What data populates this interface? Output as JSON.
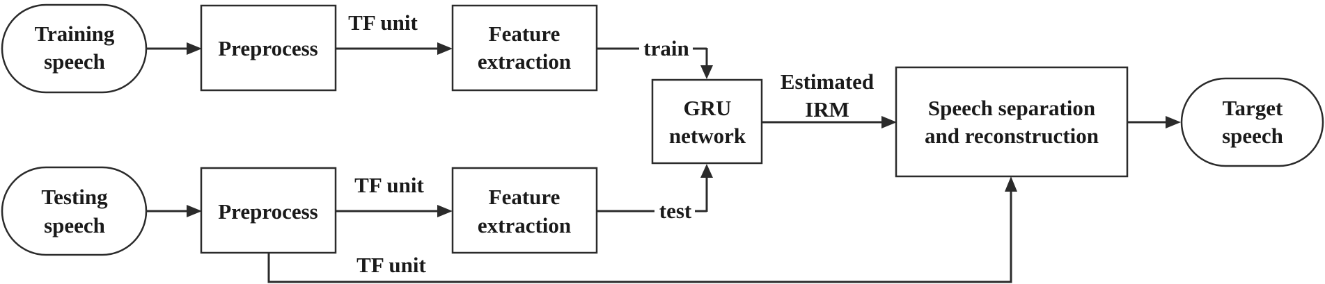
{
  "nodes": {
    "training_speech": [
      "Training",
      "speech"
    ],
    "preprocess_train": "Preprocess",
    "feature_train": [
      "Feature",
      "extraction"
    ],
    "testing_speech": [
      "Testing",
      "speech"
    ],
    "preprocess_test": "Preprocess",
    "feature_test": [
      "Feature",
      "extraction"
    ],
    "gru": [
      "GRU",
      "network"
    ],
    "separation": [
      "Speech separation",
      "and reconstruction"
    ],
    "target_speech": [
      "Target",
      "speech"
    ]
  },
  "edges": {
    "tf_unit_top": "TF unit",
    "tf_unit_mid": "TF unit",
    "tf_unit_bottom": "TF unit",
    "train": "train",
    "test": "test",
    "estimated_irm": [
      "Estimated",
      "IRM"
    ]
  },
  "colors": {
    "stroke": "#2b2b2b",
    "text": "#1a1a1a",
    "fill": "#ffffff"
  }
}
